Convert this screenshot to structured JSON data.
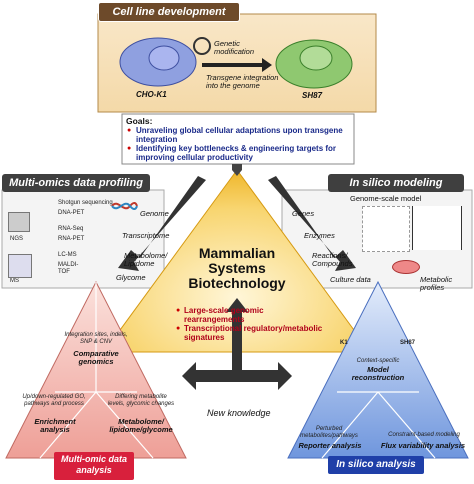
{
  "cell_line": {
    "header": "Cell line development",
    "left_cell": "CHO-K1",
    "right_cell": "SH87",
    "modification": "Genetic modification",
    "integration": "Transgene integration into the genome"
  },
  "goals": {
    "title": "Goals:",
    "items": [
      "Unraveling global cellular adaptations upon transgene integration",
      "Identifying key bottlenecks & engineering targets for improving cellular productivity"
    ]
  },
  "multi_omics": {
    "header": "Multi-omics data profiling",
    "ngs": "NGS",
    "ms": "MS",
    "methods": [
      "Shotgun sequencing",
      "DNA-PET",
      "RNA-Seq",
      "RNA-PET",
      "LC-MS",
      "MALDI-TOF"
    ],
    "layers": [
      "Genome",
      "Transcriptome",
      "Metabolome/ Lipidome",
      "Glycome"
    ]
  },
  "modeling": {
    "header": "In silico modeling",
    "gsm": "Genome-scale model",
    "layers": [
      "Genes",
      "Enzymes",
      "Reactions/ Compounds",
      "Culture data"
    ],
    "profiles": "Metabolic profiles"
  },
  "center": {
    "title_lines": [
      "Mammalian",
      "Systems",
      "Biotechnology"
    ],
    "bullets": [
      "Large-scale genomic rearrangements",
      "Transcriptional regulatory/metabolic signatures"
    ],
    "new_knowledge": "New knowledge"
  },
  "left_triangle": {
    "top_note": "Integration sites, indels, SNP & CNV",
    "top": "Comparative genomics",
    "left_note": "Up/down-regulated GO, pathways and process",
    "left": "Enrichment analysis",
    "right_note": "Differing metabolite levels, glycomic changes",
    "right": "Metabolome/ lipidome/glycome",
    "label": "Multi-omic data analysis"
  },
  "right_triangle": {
    "k1": "K1",
    "sh87": "SH87",
    "top_note": "Context-specific",
    "top": "Model reconstruction",
    "left_note": "Perturbed metabolites/pathways",
    "left": "Reporter analysis",
    "right_note": "Constraint-based modeling",
    "right": "Flux variability analysis",
    "label": "In silico analysis"
  },
  "colors": {
    "header_dark": "#4a4a4a",
    "center": "#f6c743",
    "left_tri": "#f2b8b3",
    "right_tri": "#9ab8e8",
    "accent_red": "#c0001e",
    "navy": "#1a2a8a"
  }
}
